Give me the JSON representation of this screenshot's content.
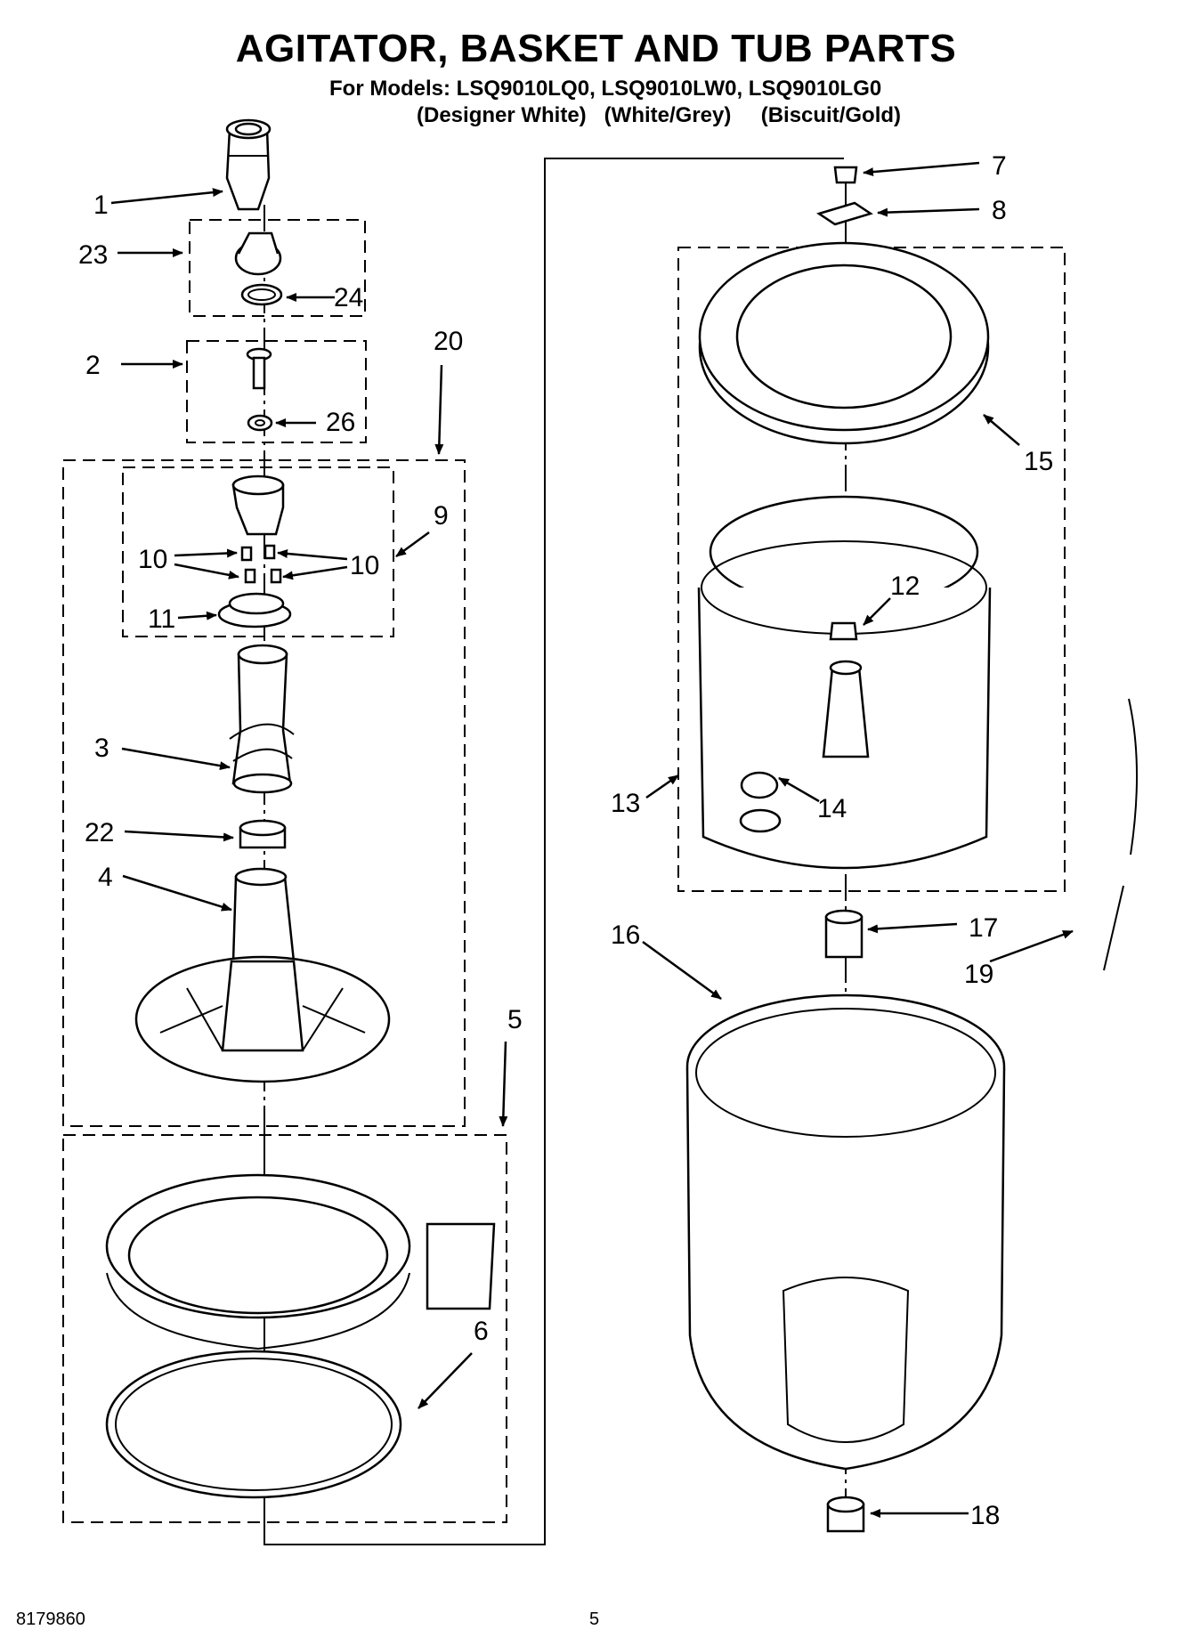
{
  "header": {
    "title": "AGITATOR, BASKET AND TUB PARTS",
    "models": "For Models: LSQ9010LQ0, LSQ9010LW0, LSQ9010LG0",
    "colors": "(Designer White)   (White/Grey)     (Biscuit/Gold)"
  },
  "footer": {
    "doc_number": "8179860",
    "page_number": "5"
  },
  "callouts": {
    "c1": "1",
    "c2": "2",
    "c3": "3",
    "c4": "4",
    "c5": "5",
    "c6": "6",
    "c7": "7",
    "c8": "8",
    "c9": "9",
    "c10a": "10",
    "c10b": "10",
    "c11": "11",
    "c12": "12",
    "c13": "13",
    "c14": "14",
    "c15": "15",
    "c16": "16",
    "c17": "17",
    "c18": "18",
    "c19": "19",
    "c20": "20",
    "c22": "22",
    "c23": "23",
    "c24": "24",
    "c26": "26"
  }
}
